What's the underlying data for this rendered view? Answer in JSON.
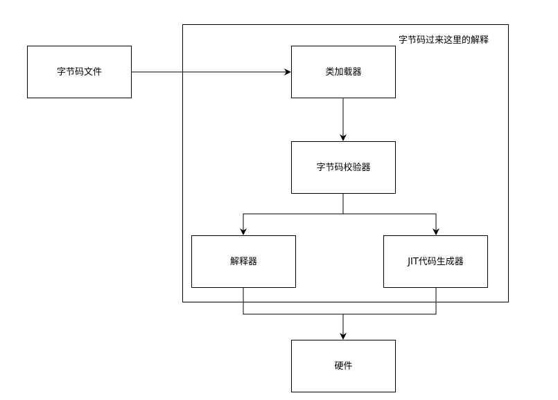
{
  "diagram": {
    "container_label": "字节码过来这里的解释",
    "nodes": {
      "bytecode_file": "字节码文件",
      "class_loader": "类加载器",
      "bytecode_verifier": "字节码校验器",
      "interpreter": "解释器",
      "jit_generator": "JIT代码生成器",
      "hardware": "硬件"
    },
    "line_color": "#000000"
  }
}
